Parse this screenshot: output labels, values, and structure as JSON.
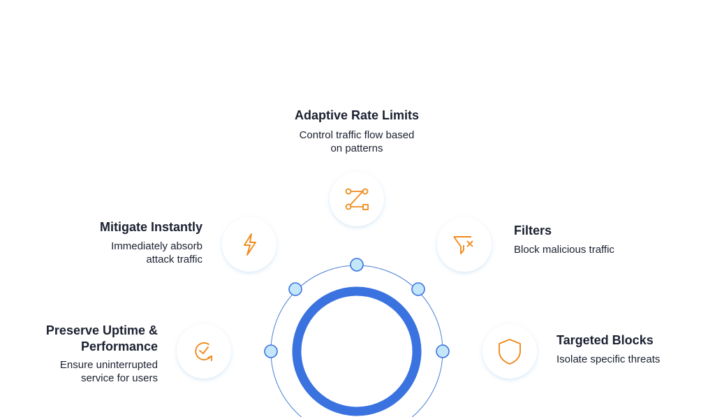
{
  "colors": {
    "accent_orange": "#f08a1c",
    "ring_blue": "#3a73e0",
    "thin_blue": "#4a7fd6"
  },
  "features": [
    {
      "id": "adaptive-rate-limits",
      "icon": "route-path-icon",
      "title": "Adaptive Rate Limits",
      "desc_lines": [
        "Control traffic flow based",
        "on patterns"
      ]
    },
    {
      "id": "mitigate-instantly",
      "icon": "lightning-bolt-icon",
      "title": "Mitigate Instantly",
      "desc_lines": [
        "Immediately absorb",
        "attack traffic"
      ]
    },
    {
      "id": "filters",
      "icon": "filter-x-icon",
      "title": "Filters",
      "desc_lines": [
        "Block malicious traffic"
      ]
    },
    {
      "id": "preserve-uptime",
      "icon": "refresh-check-icon",
      "title_lines": [
        "Preserve Uptime &",
        "Performance"
      ],
      "desc_lines": [
        "Ensure uninterrupted",
        "service for users"
      ]
    },
    {
      "id": "targeted-blocks",
      "icon": "shield-icon",
      "title": "Targeted Blocks",
      "desc_lines": [
        "Isolate specific threats"
      ]
    }
  ]
}
